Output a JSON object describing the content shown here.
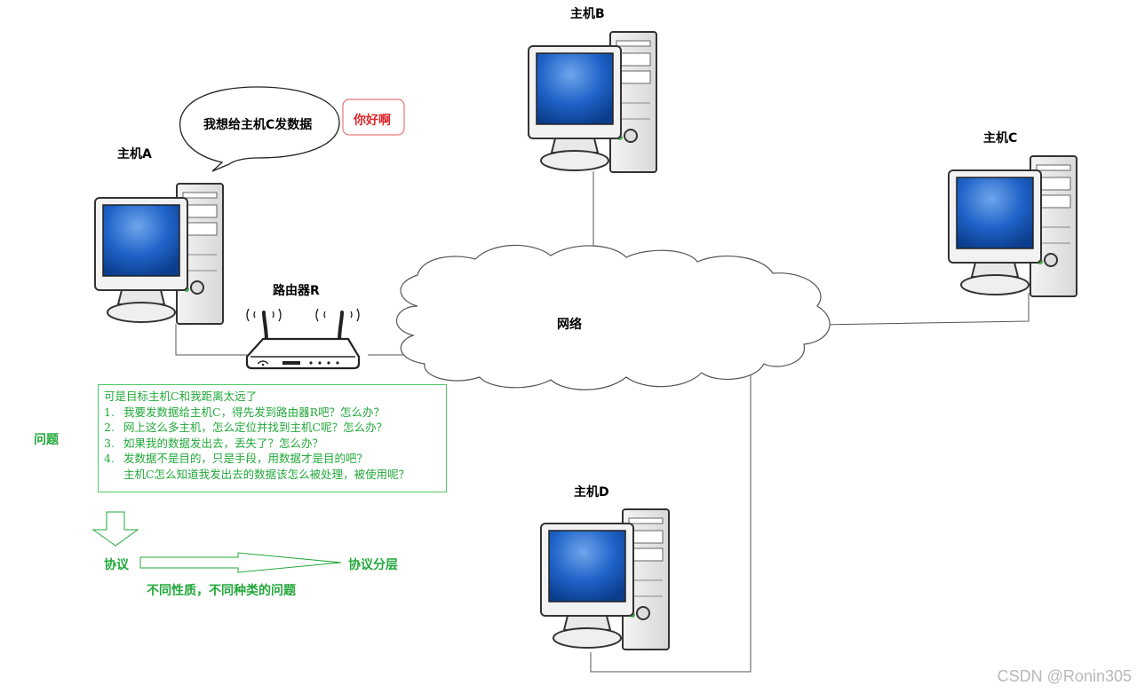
{
  "hosts": {
    "a": "主机A",
    "b": "主机B",
    "c": "主机C",
    "d": "主机D"
  },
  "router": "路由器R",
  "network": "网络",
  "speech_bubble": "我想给主机C发数据",
  "greeting_bubble": "你好啊",
  "problem_label": "问题",
  "questions": {
    "intro": "可是目标主机C和我距离太远了",
    "items": [
      {
        "num": "1.",
        "text": "我要发数据给主机C，得先发到路由器R吧？怎么办？"
      },
      {
        "num": "2.",
        "text": "网上这么多主机，怎么定位并找到主机C呢？怎么办？"
      },
      {
        "num": "3.",
        "text": "如果我的数据发出去，丢失了？怎么办？"
      },
      {
        "num": "4.",
        "text": "发数据不是目的，只是手段，用数据才是目的吧？"
      }
    ],
    "continuation": "主机C怎么知道我发出去的数据该怎么被处理，被使用呢？"
  },
  "protocol_label": "协议",
  "protocol_layering_label": "协议分层",
  "protocol_note": "不同性质，不同种类的问题",
  "watermark": "CSDN @Ronin305",
  "colors": {
    "accent_green": "#22a83a",
    "accent_red": "#e0262b",
    "screen_blue": "#1f63c8",
    "line": "#555555"
  }
}
